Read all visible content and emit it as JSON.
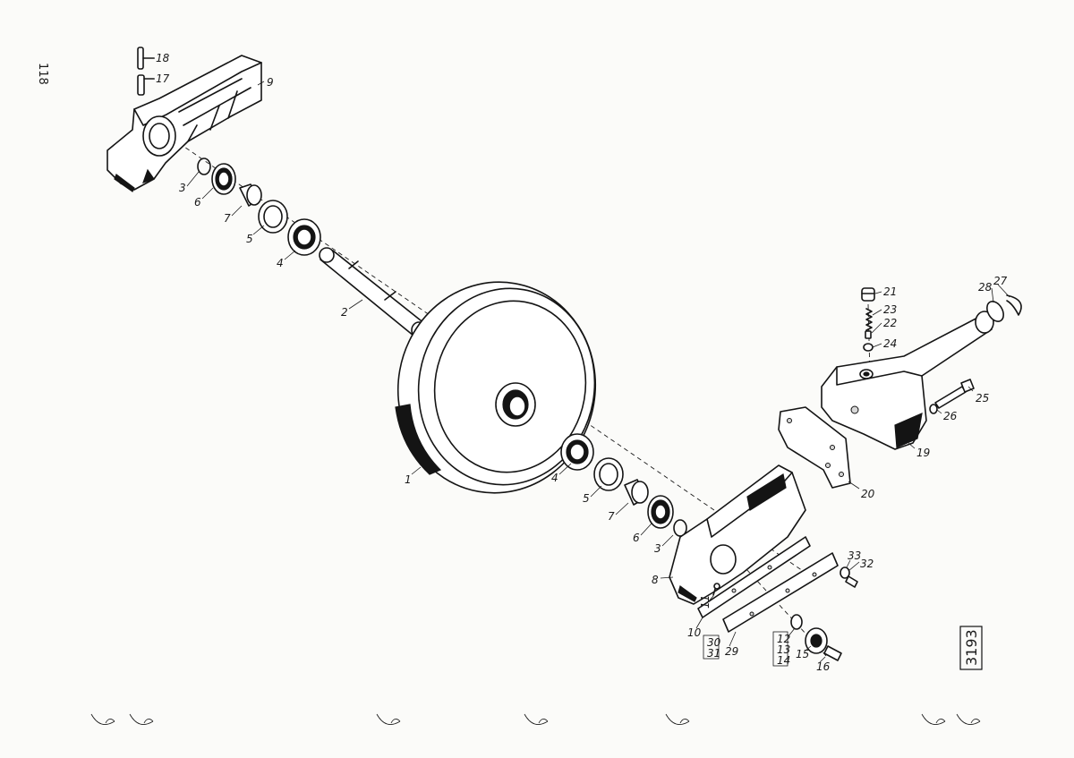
{
  "page_number": "118",
  "figure_number": "3193",
  "labels": {
    "l1": "1",
    "l2": "2",
    "l3a": "3",
    "l3b": "3",
    "l4a": "4",
    "l4b": "4",
    "l5a": "5",
    "l5b": "5",
    "l6a": "6",
    "l6b": "6",
    "l7a": "7",
    "l7b": "7",
    "l8": "8",
    "l9": "9",
    "l10": "10",
    "l11": "11",
    "l12": "12",
    "l13": "13",
    "l14": "14",
    "l15": "15",
    "l16": "16",
    "l17": "17",
    "l18": "18",
    "l19": "19",
    "l20": "20",
    "l21": "21",
    "l22": "22",
    "l23": "23",
    "l24": "24",
    "l25": "25",
    "l26": "26",
    "l27": "27",
    "l28": "28",
    "l29": "29",
    "l30": "30",
    "l31": "31",
    "l32": "32",
    "l33": "33"
  }
}
